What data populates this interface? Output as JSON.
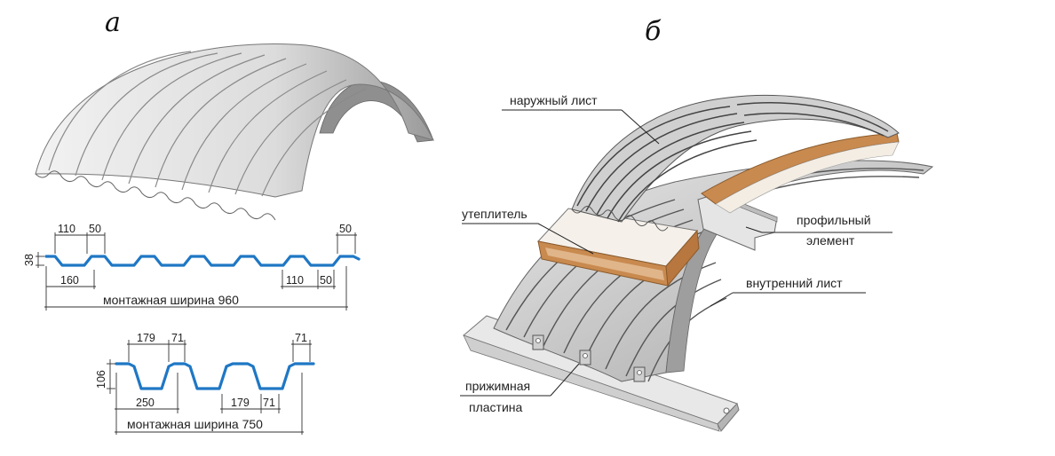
{
  "panels": {
    "a": "а",
    "b": "б"
  },
  "profile_960": {
    "height": "38",
    "top_width": "110",
    "rib_width": "50",
    "rib_width_right": "50",
    "pitch": "160",
    "bottom_a": "110",
    "bottom_b": "50",
    "caption": "монтажная ширина 960"
  },
  "profile_750": {
    "height": "106",
    "top_width": "179",
    "rib_width": "71",
    "rib_width_right": "71",
    "pitch": "250",
    "bottom_a": "179",
    "bottom_b": "71",
    "caption": "монтажная ширина 750"
  },
  "labels": {
    "outer_sheet": "наружный лист",
    "insulation": "утеплитель",
    "profile_element_1": "профильный",
    "profile_element_2": "элемент",
    "inner_sheet": "внутренний лист",
    "clamp_1": "прижимная",
    "clamp_2": "пластина"
  },
  "colors": {
    "profile_line": "#1f77c4",
    "insulation": "#c98a4f",
    "metal": "#d9d9d9"
  }
}
